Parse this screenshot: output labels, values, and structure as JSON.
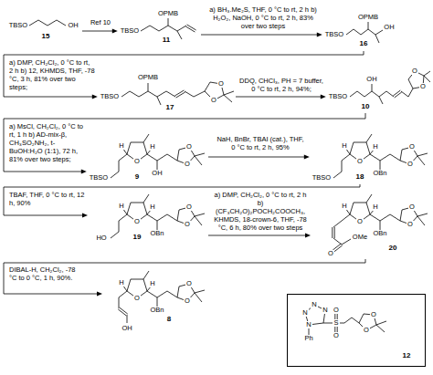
{
  "diagram": {
    "nodes": [
      {
        "text": [
          "TBSO",
          "OH",
          "15"
        ]
      },
      {
        "text": [
          "OPMB",
          "TBSO",
          "11"
        ]
      },
      {
        "text": [
          "OPMB",
          "TBSO",
          "OH",
          "16"
        ]
      },
      {
        "text": [
          "OPMB",
          "TBSO",
          "O",
          "O",
          "17"
        ]
      },
      {
        "text": [
          "OH",
          "TBSO",
          "O",
          "O",
          "10"
        ]
      },
      {
        "text": [
          "H",
          "H",
          "O",
          "O",
          "O",
          "TBSO",
          "OH",
          "9"
        ]
      },
      {
        "text": [
          "H",
          "H",
          "O",
          "O",
          "O",
          "TBSO",
          "OBn",
          "18"
        ]
      },
      {
        "text": [
          "H",
          "H",
          "O",
          "O",
          "O",
          "HO",
          "OBn",
          "19"
        ]
      },
      {
        "text": [
          "H",
          "H",
          "O",
          "O",
          "O",
          "OBn",
          "OMe",
          "O",
          "20"
        ]
      },
      {
        "text": [
          "H",
          "H",
          "O",
          "O",
          "O",
          "OBn",
          "OH",
          "8"
        ]
      },
      {
        "text": [
          "N",
          "N",
          "N",
          "N",
          "Ph",
          "S",
          "O",
          "O",
          "O",
          "O",
          "12"
        ]
      }
    ],
    "edges": [
      {
        "from": 0,
        "to": 1,
        "arrow": "to",
        "label": "Ref 10"
      },
      {
        "from": 1,
        "to": 2,
        "arrow": "to",
        "label": "a) BH₃.Me₂S, THF, 0 °C to rt, 2 h b) H₂O₂, NaOH, 0 °C to rt, 2 h, 83% over two steps"
      },
      {
        "from": 2,
        "to": 3,
        "arrow": "to",
        "label": "a) DMP, CH₂Cl₂, 0 °C to rt, 2 h b) 12, KHMDS, THF, -78 °C, 3 h, 81% over two steps;"
      },
      {
        "from": 3,
        "to": 4,
        "arrow": "to",
        "label": "DDQ, CHCl₃, PH = 7 buffer, 0 °C to rt, 2 h, 94%;"
      },
      {
        "from": 4,
        "to": 5,
        "arrow": "to",
        "label": "a) MsCl, CH₂Cl₂, 0 °C to rt, 1 h b) AD-mix-β, CH₃SO₂NH₂, t-BuOH:H₂O (1:1), 72 h, 81% over two steps;"
      },
      {
        "from": 5,
        "to": 6,
        "arrow": "to",
        "label": "NaH, BnBr, TBAI (cat.), THF, 0 °C to rt, 2 h, 95%"
      },
      {
        "from": 6,
        "to": 7,
        "arrow": "to",
        "label": "TBAF, THF, 0 °C to rt, 12 h, 90%"
      },
      {
        "from": 7,
        "to": 8,
        "arrow": "to",
        "label": "a) DMP, CH₂Cl₂, 0 °C to rt, 2 h b) (CF₃CH₂O)₂POCH₂COOCH₃, KHMDS, 18-crown-6, THF, -78 °C, 6 h, 80% over two steps"
      },
      {
        "from": 8,
        "to": 9,
        "arrow": "to",
        "label": "DIBAL-H, CH₂Cl₂, -78 °C to 0 °C, 1 h, 90%."
      }
    ]
  }
}
